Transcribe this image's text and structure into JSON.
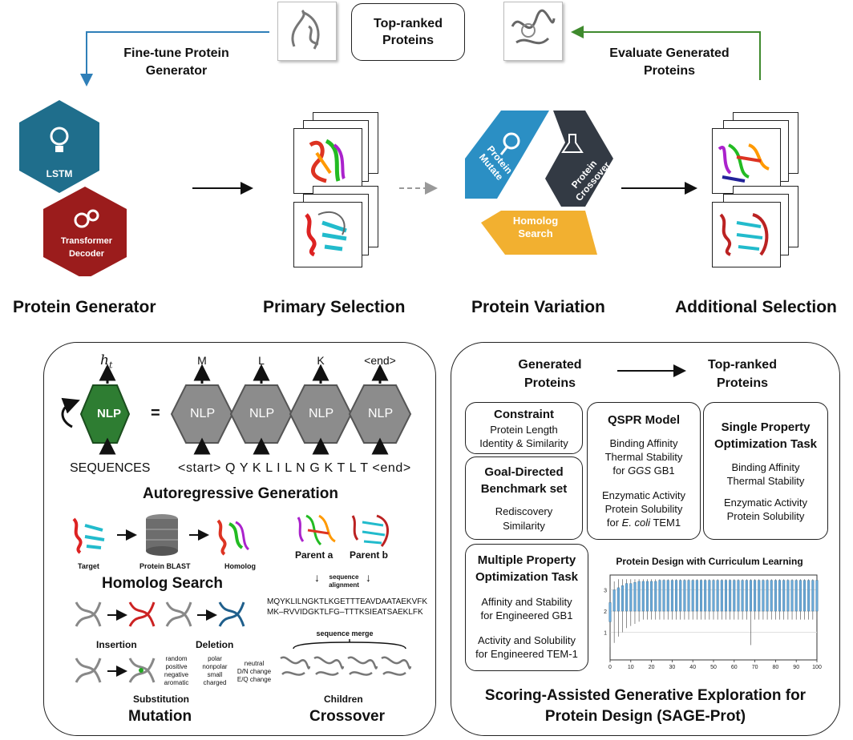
{
  "top": {
    "top_ranked": "Top-ranked Proteins",
    "fine_tune": "Fine-tune Protein Generator",
    "evaluate": "Evaluate Generated Proteins"
  },
  "generator": {
    "lstm": "LSTM",
    "transformer": "Transformer Decoder"
  },
  "variation": {
    "mutate": "Protein Mutate",
    "crossover": "Protein Crossover",
    "homolog": "Homolog Search"
  },
  "stages": [
    "Protein Generator",
    "Primary Selection",
    "Protein Variation",
    "Additional Selection"
  ],
  "autoregressive": {
    "ht": "h",
    "ht_sub": "t",
    "nlp": "NLP",
    "equals": "=",
    "outputs": [
      "M",
      "L",
      "K",
      "<end>"
    ],
    "sequences_label": "SEQUENCES",
    "input_seq": "<start> Q Y K L I L N G K T L T <end>",
    "title": "Autoregressive Generation"
  },
  "homolog_search": {
    "target": "Target",
    "blast": "Protein BLAST",
    "homolog": "Homolog",
    "title": "Homolog Search"
  },
  "mutation": {
    "insertion": "Insertion",
    "deletion": "Deletion",
    "substitution": "Substitution",
    "title": "Mutation",
    "col1": [
      "random",
      "positive",
      "negative",
      "aromatic"
    ],
    "col2": [
      "polar",
      "nonpolar",
      "small",
      "charged"
    ],
    "col3": [
      "neutral",
      "D/N change",
      "E/Q change"
    ]
  },
  "crossover": {
    "parent_a": "Parent a",
    "parent_b": "Parent b",
    "alignment": "sequence alignment",
    "seq1": "MQYKLILNGKTLKGETTTEAVDAATAEKVFK",
    "seq2": "MK–RVVIDGKTLFG–TTTKSIEATSAEKLFK",
    "merge": "sequence merge",
    "children": "Children",
    "title": "Crossover"
  },
  "sage": {
    "generated": "Generated Proteins",
    "top_ranked": "Top-ranked Proteins",
    "constraint": {
      "title": "Constraint",
      "lines": [
        "Protein Length",
        "Identity & Similarity"
      ]
    },
    "goal": {
      "title": "Goal-Directed Benchmark set",
      "lines": [
        "Rediscovery",
        "Similarity"
      ]
    },
    "qspr": {
      "title": "QSPR Model",
      "lines": [
        "Binding Affinity",
        "Thermal Stability",
        "for ",
        "GGS",
        " GB1",
        "Enzymatic Activity",
        "Protein Solubility",
        "for ",
        "E. coli",
        " TEM1"
      ]
    },
    "single": {
      "title": "Single Property Optimization Task",
      "lines": [
        "Binding Affinity",
        "Thermal Stability",
        "Enzymatic Activity",
        "Protein Solubility"
      ]
    },
    "multi": {
      "title": "Multiple Property Optimization Task",
      "lines": [
        "Affinity and Stability",
        "for Engineered GB1",
        "Activity and Solubility",
        "for Engineered TEM-1"
      ]
    },
    "footer": "Scoring-Assisted Generative Exploration for Protein Design (SAGE-Prot)"
  },
  "chart_data": {
    "type": "box",
    "title": "Protein Design with Curriculum Learning",
    "xlabel": "",
    "ylabel": "",
    "xticks": [
      0,
      10,
      20,
      30,
      40,
      50,
      60,
      70,
      80,
      90,
      100
    ],
    "yticks": [
      1,
      2,
      3
    ],
    "xlim": [
      0,
      100
    ],
    "ylim": [
      -0.3,
      3.7
    ],
    "grid": true,
    "series": [
      {
        "x": [
          0,
          2,
          4,
          6,
          8,
          10,
          12,
          14,
          16,
          18,
          20,
          22,
          24,
          26,
          28,
          30,
          32,
          34,
          36,
          38,
          40,
          42,
          44,
          46,
          48,
          50,
          52,
          54,
          56,
          58,
          60,
          62,
          64,
          66,
          68,
          70,
          72,
          74,
          76,
          78,
          80,
          82,
          84,
          86,
          88,
          90,
          92,
          94,
          96,
          98,
          100
        ],
        "q1": [
          1.5,
          2.0,
          2.0,
          2.0,
          2.0,
          2.0,
          2.0,
          2.0,
          2.0,
          2.0,
          2.0,
          2.0,
          2.0,
          2.0,
          2.0,
          2.0,
          2.0,
          2.0,
          2.0,
          2.0,
          2.0,
          2.0,
          2.0,
          2.0,
          2.0,
          2.0,
          2.0,
          2.0,
          2.0,
          2.0,
          2.0,
          2.0,
          2.0,
          2.0,
          2.0,
          2.0,
          2.0,
          2.0,
          2.0,
          2.0,
          2.0,
          2.0,
          2.0,
          2.0,
          2.0,
          2.0,
          2.0,
          2.0,
          2.0,
          2.0,
          2.0
        ],
        "q3": [
          2.4,
          3.0,
          3.1,
          3.2,
          3.3,
          3.3,
          3.35,
          3.4,
          3.4,
          3.4,
          3.4,
          3.4,
          3.45,
          3.45,
          3.45,
          3.45,
          3.45,
          3.45,
          3.45,
          3.45,
          3.45,
          3.45,
          3.45,
          3.45,
          3.45,
          3.45,
          3.45,
          3.45,
          3.45,
          3.45,
          3.45,
          3.45,
          3.45,
          3.45,
          3.45,
          3.45,
          3.45,
          3.45,
          3.45,
          3.45,
          3.45,
          3.45,
          3.45,
          3.45,
          3.45,
          3.45,
          3.45,
          3.45,
          3.45,
          3.45,
          3.45
        ],
        "min": [
          0.3,
          0.5,
          0.8,
          1.0,
          1.2,
          1.3,
          1.4,
          1.5,
          1.6,
          1.6,
          1.6,
          1.6,
          1.6,
          1.6,
          1.6,
          1.6,
          1.6,
          1.6,
          1.6,
          1.6,
          1.6,
          1.6,
          1.6,
          1.6,
          1.6,
          1.6,
          1.6,
          1.6,
          1.6,
          1.6,
          1.6,
          1.6,
          1.6,
          1.6,
          0.4,
          1.6,
          1.6,
          1.6,
          1.6,
          1.6,
          1.6,
          1.6,
          1.6,
          1.6,
          1.6,
          1.6,
          1.6,
          1.6,
          1.6,
          1.6,
          1.6
        ],
        "max": [
          3.2,
          3.4,
          3.5,
          3.5,
          3.5,
          3.5,
          3.5,
          3.5,
          3.5,
          3.5,
          3.5,
          3.5,
          3.5,
          3.5,
          3.5,
          3.5,
          3.5,
          3.5,
          3.5,
          3.5,
          3.5,
          3.5,
          3.5,
          3.5,
          3.5,
          3.5,
          3.5,
          3.5,
          3.5,
          3.5,
          3.5,
          3.5,
          3.5,
          3.5,
          3.5,
          3.5,
          3.5,
          3.5,
          3.5,
          3.5,
          3.5,
          3.5,
          3.5,
          3.5,
          3.5,
          3.5,
          3.5,
          3.5,
          3.5,
          3.5,
          3.5
        ]
      }
    ]
  },
  "colors": {
    "lstm": "#1f6e8c",
    "transformer": "#9b1c1c",
    "nlp_green": "#2e7d32",
    "mutate": "#2b8fc4",
    "crossover": "#333a44",
    "homolog": "#f2b030",
    "left_arrow": "#2f7fb8",
    "right_arrow": "#3f8a2e"
  }
}
